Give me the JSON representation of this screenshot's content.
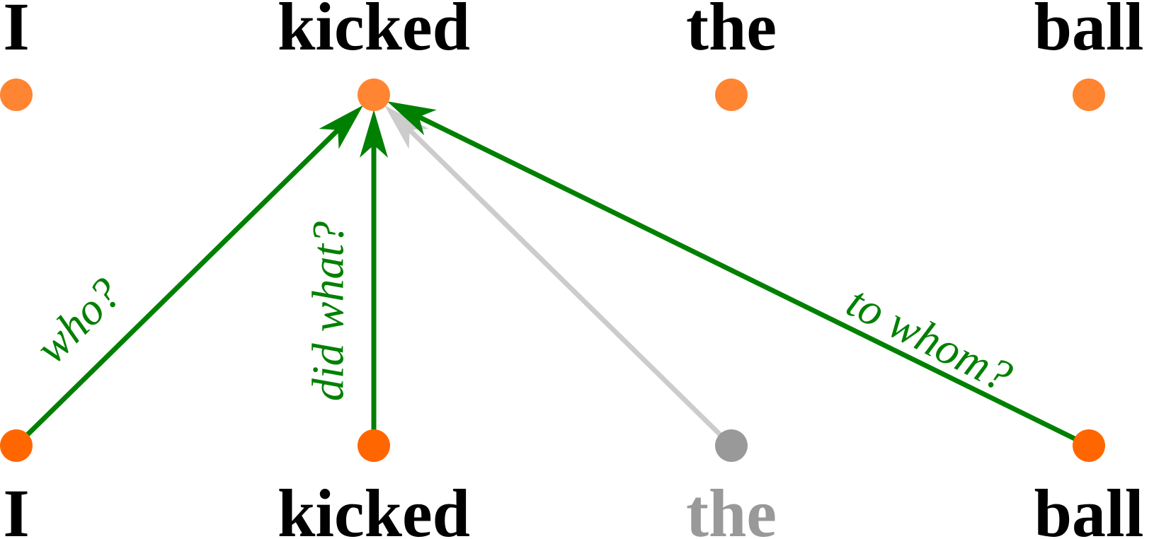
{
  "top_words": [
    "I",
    "kicked",
    "the",
    "ball"
  ],
  "bottom_words": [
    "I",
    "kicked",
    "the",
    "ball"
  ],
  "edges": [
    {
      "from": 0,
      "to": 1,
      "label": "who?",
      "active": true
    },
    {
      "from": 1,
      "to": 1,
      "label": "did what?",
      "active": true
    },
    {
      "from": 2,
      "to": 1,
      "label": "",
      "active": false
    },
    {
      "from": 3,
      "to": 1,
      "label": "to whom?",
      "active": true
    }
  ],
  "colors": {
    "word": "#000000",
    "inactive_word": "#999999",
    "node_top": "#ff8533",
    "node_bottom": "#ff6600",
    "node_inactive": "#999999",
    "edge_active": "#008000",
    "edge_inactive": "#cccccc"
  }
}
